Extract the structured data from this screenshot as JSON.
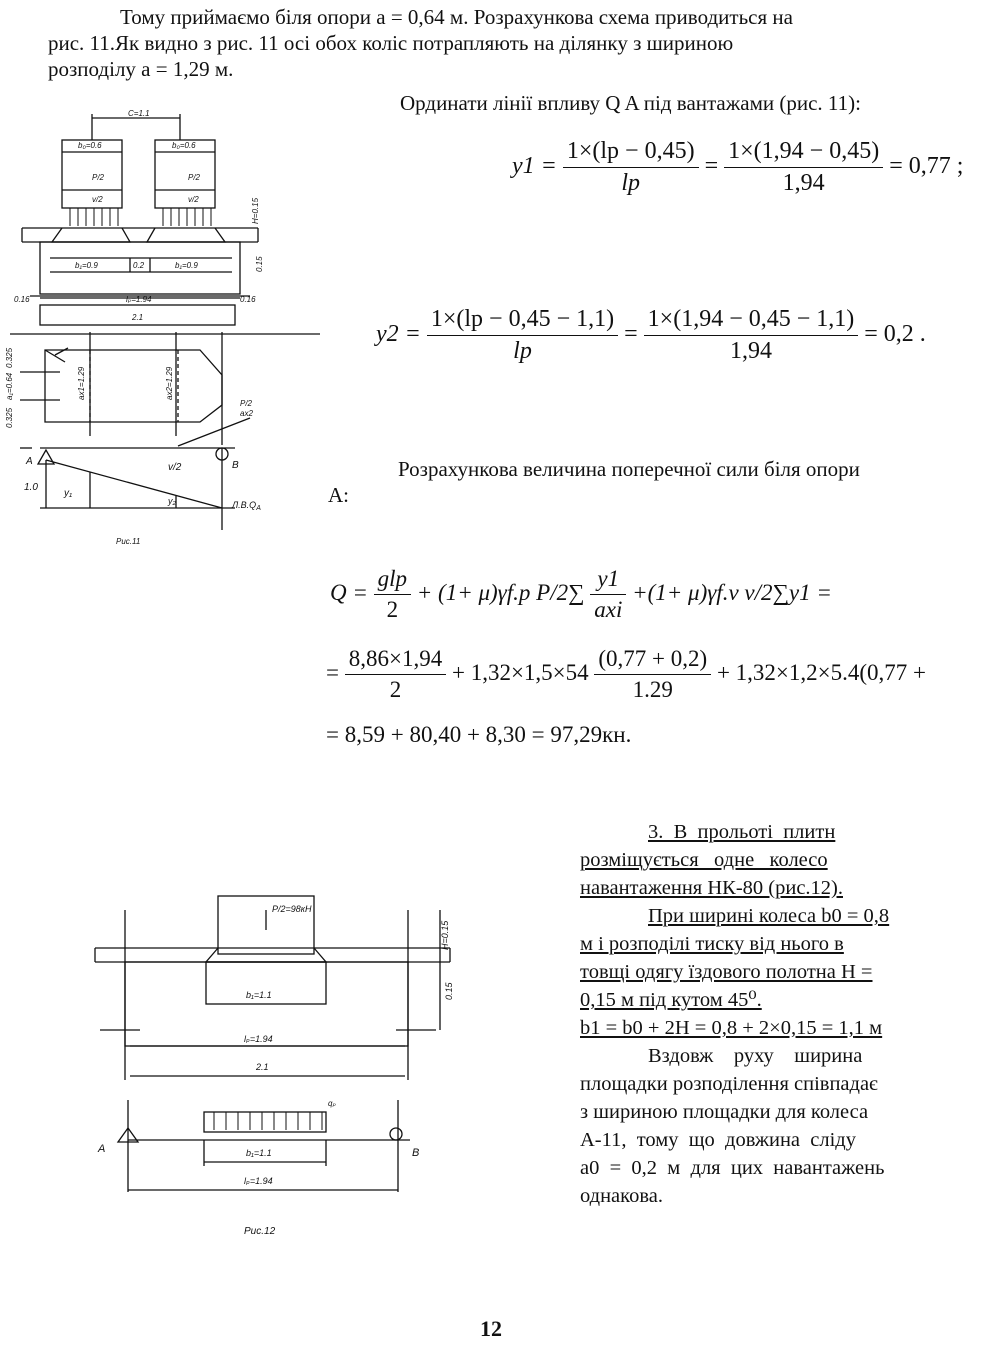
{
  "intro": {
    "line1": "Тому приймаємо біля опори a = 0,64 м. Розрахункова схема приводиться на",
    "line2": "рис. 11.Як видно з рис. 11 осі обох коліс потрапляють на ділянку з шириною",
    "line3": "розподілу a = 1,29 м."
  },
  "ordinates_heading": "Ординати лінії впливу Q A під вантажами (рис. 11):",
  "eq_y1": {
    "lhs": "y1 =",
    "num1": "1×(lp − 0,45)",
    "den1": "lp",
    "num2": "1×(1,94 − 0,45)",
    "den2": "1,94",
    "result": "= 0,77 ;"
  },
  "eq_y2": {
    "lhs": "y2 =",
    "num1": "1×(lp − 0,45 − 1,1)",
    "den1": "lp",
    "num2": "1×(1,94 − 0,45 − 1,1)",
    "den2": "1,94",
    "result": "= 0,2 ."
  },
  "shear_text": {
    "line1": "Розрахункова величина поперечної сили біля опори",
    "line2": "A:"
  },
  "eq_Q": {
    "lhs": "Q =",
    "t1_num": "glp",
    "t1_den": "2",
    "t2": "+ (1+ μ)γf.p P/2∑",
    "t2_num": "y1",
    "t2_den": "axi",
    "t3": "+(1+ μ)γf.v v/2∑y1 =",
    "l2_lhs": "=",
    "l2_num1": "8,86×1,94",
    "l2_den1": "2",
    "l2_mid": "+ 1,32×1,5×54",
    "l2_num2": "(0,77 + 0,2)",
    "l2_den2": "1.29",
    "l2_tail": "+ 1,32×1,2×5.4(0,77 +",
    "l3": "= 8,59 + 80,40 + 8,30 = 97,29кн."
  },
  "section3": {
    "title_line1": "3.  В  прольоті  плитн",
    "title_line2": "розміщується   одне   колесо",
    "title_line3": "навантаження НК-80 (рис.12).",
    "p_line1": "При ширині колеса b0 = 0,8",
    "p_line2": "м і розподілі тиску від нього в",
    "p_line3": "товщі одягу їздового полотна H =",
    "p_line4": "0,15 м під кутом 45⁰.",
    "formula": "b1 = b0 + 2H = 0,8 + 2×0,15 = 1,1 м",
    "body_line1": "Вздовж    руху    ширина",
    "body_line2": "площадки розподілення співпадає",
    "body_line3": "з шириною площадки для колеса",
    "body_line4": "А-11,  тому  що  довжина  сліду",
    "body_line5": "a0  =  0,2  м  для  цих  навантажень",
    "body_line6": "однакова."
  },
  "fig11": {
    "caption": "Рис.11",
    "labels": {
      "c": "C=1.1",
      "b0a": "b₀=0.6",
      "b0b": "b₀=0.6",
      "p2a": "P/2",
      "p2b": "P/2",
      "v2a": "v/2",
      "v2b": "v/2",
      "h": "H=0.15",
      "b1a": "b₁=0.9",
      "gap": "0.2",
      "b1b": "b₁=0.9",
      "d015": "0.15",
      "left016": "0.16",
      "right016": "0.16",
      "lp": "lₚ=1.94",
      "total": "2.1",
      "ax1": "ax1=1.29",
      "ax2": "ax2=1.29",
      "side1": "0.325",
      "side2": "0.325",
      "side3": "a₁=0.64",
      "pv": "P/2",
      "pv2": "ax2",
      "A": "A",
      "B": "B",
      "one": "1.0",
      "y1": "y₁",
      "y2": "y₂",
      "v2c": "v/2",
      "lv": "Л.В.Q",
      "lvsub": "A"
    }
  },
  "fig12": {
    "caption": "Рис.12",
    "labels": {
      "p": "P/2=98кН",
      "h": "H=0.15",
      "h2": "0.15",
      "b1": "b₁=1.1",
      "lp": "lₚ=1.94",
      "total": "2.1",
      "qp": "qₚ",
      "A": "A",
      "B": "B",
      "b1b": "b₁=1.1",
      "lp2": "lₚ=1.94"
    }
  },
  "page_number": "12"
}
